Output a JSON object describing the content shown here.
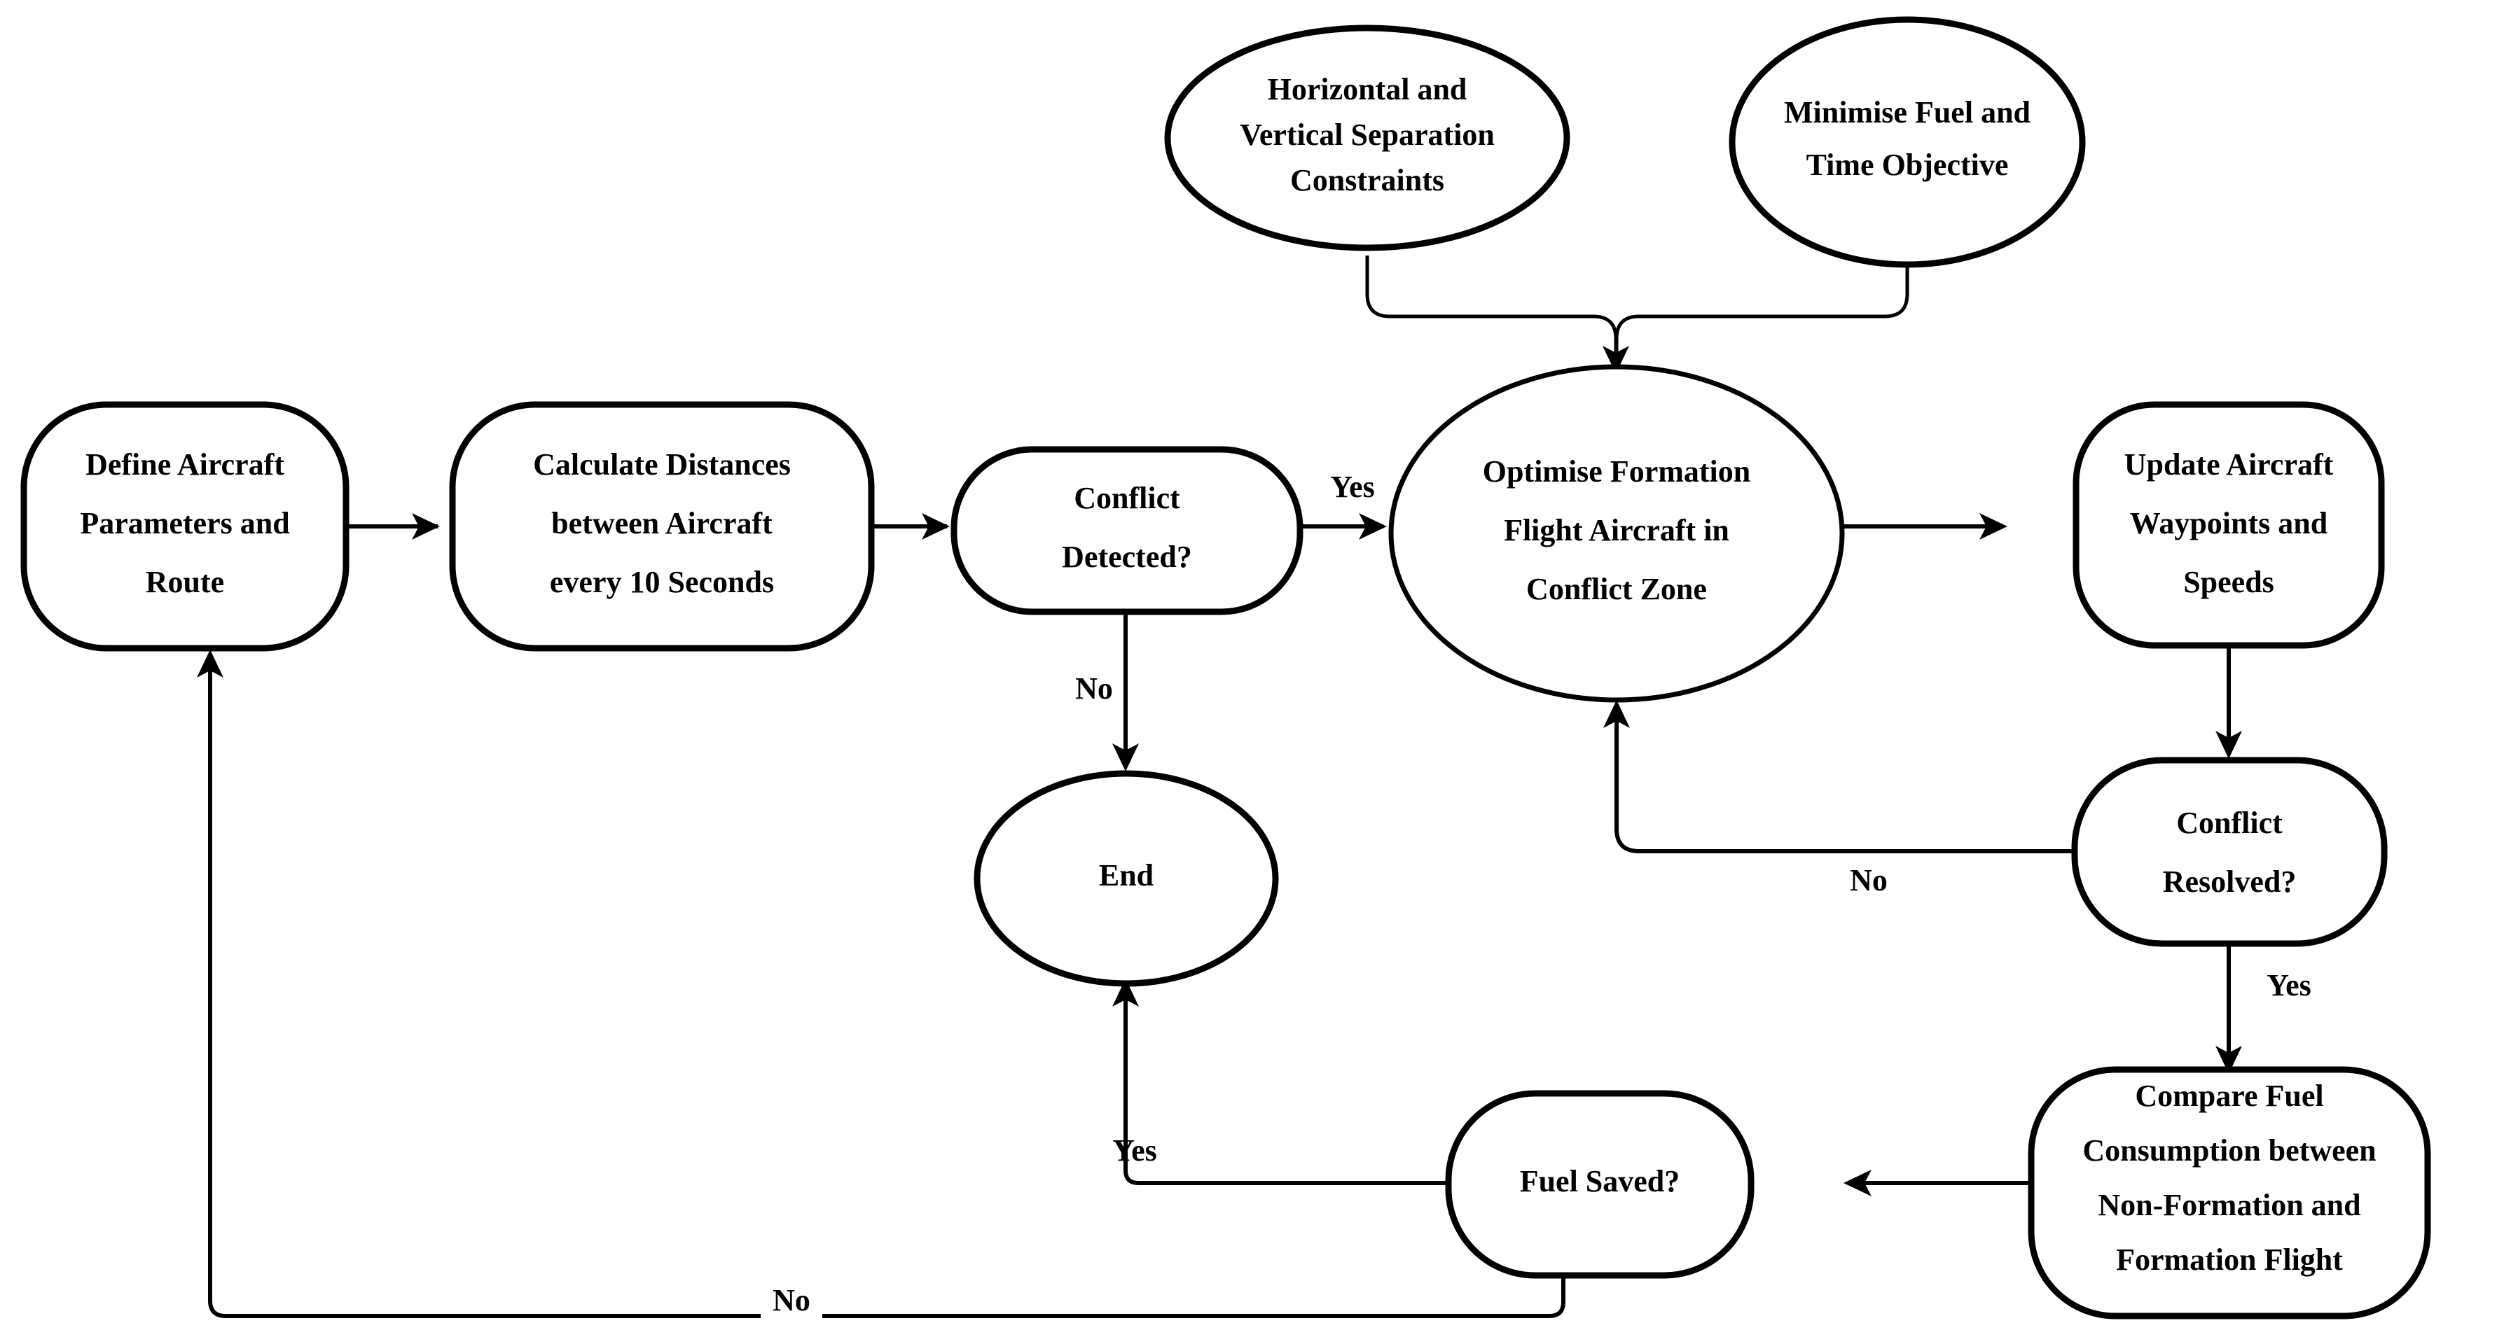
{
  "diagram": {
    "title": "Formation Flight Conflict Resolution Flowchart",
    "background_color": "#ffffff",
    "line_color": "#000000",
    "text_color": "#000000",
    "nodes": [
      {
        "id": "define-aircraft",
        "shape": "rounded-rect",
        "lines": [
          "Define Aircraft",
          "Parameters and",
          "Route"
        ]
      },
      {
        "id": "calculate-distances",
        "shape": "rounded-rect",
        "lines": [
          "Calculate Distances",
          "between Aircraft",
          "every 10 Seconds"
        ]
      },
      {
        "id": "conflict-detected",
        "shape": "rounded-rect",
        "lines": [
          "Conflict",
          "Detected?"
        ]
      },
      {
        "id": "optimise-formation",
        "shape": "ellipse",
        "lines": [
          "Optimise Formation",
          "Flight Aircraft in",
          "Conflict Zone"
        ]
      },
      {
        "id": "update-waypoints",
        "shape": "rounded-rect",
        "lines": [
          "Update Aircraft",
          "Waypoints and",
          "Speeds"
        ]
      },
      {
        "id": "separation-constraints",
        "shape": "ellipse",
        "lines": [
          "Horizontal and",
          "Vertical Separation",
          "Constraints"
        ]
      },
      {
        "id": "minimise-objective",
        "shape": "ellipse",
        "lines": [
          "Minimise Fuel and",
          "Time Objective"
        ]
      },
      {
        "id": "end",
        "shape": "ellipse",
        "lines": [
          "End"
        ]
      },
      {
        "id": "conflict-resolved",
        "shape": "rounded-rect",
        "lines": [
          "Conflict",
          "Resolved?"
        ]
      },
      {
        "id": "compare-fuel",
        "shape": "rounded-rect",
        "lines": [
          "Compare Fuel",
          "Consumption between",
          "Non-Formation and",
          "Formation Flight"
        ]
      },
      {
        "id": "fuel-saved",
        "shape": "rounded-rect",
        "lines": [
          "Fuel Saved?"
        ]
      }
    ],
    "edge_labels": {
      "conflict_detected_yes": "Yes",
      "conflict_detected_no": "No",
      "conflict_resolved_no": "No",
      "conflict_resolved_yes": "Yes",
      "fuel_saved_yes": "Yes",
      "fuel_saved_no": "No"
    },
    "edges": [
      {
        "id": "define-to-calculate",
        "from": "define-aircraft",
        "to": "calculate-distances",
        "label": ""
      },
      {
        "id": "calculate-to-conflict",
        "from": "calculate-distances",
        "to": "conflict-detected",
        "label": ""
      },
      {
        "id": "conflict-to-optimise",
        "from": "conflict-detected",
        "to": "optimise-formation",
        "label": "Yes"
      },
      {
        "id": "conflict-to-end",
        "from": "conflict-detected",
        "to": "end",
        "label": "No"
      },
      {
        "id": "constraints-to-optimise",
        "from": "separation-constraints",
        "to": "optimise-formation",
        "label": ""
      },
      {
        "id": "objective-to-optimise",
        "from": "minimise-objective",
        "to": "optimise-formation",
        "label": ""
      },
      {
        "id": "optimise-to-update",
        "from": "optimise-formation",
        "to": "update-waypoints",
        "label": ""
      },
      {
        "id": "update-to-resolved",
        "from": "update-waypoints",
        "to": "conflict-resolved",
        "label": ""
      },
      {
        "id": "resolved-to-optimise",
        "from": "conflict-resolved",
        "to": "optimise-formation",
        "label": "No"
      },
      {
        "id": "resolved-to-compare",
        "from": "conflict-resolved",
        "to": "compare-fuel",
        "label": "Yes"
      },
      {
        "id": "compare-to-fuelsaved",
        "from": "compare-fuel",
        "to": "fuel-saved",
        "label": ""
      },
      {
        "id": "fuelsaved-to-end",
        "from": "fuel-saved",
        "to": "end",
        "label": "Yes"
      },
      {
        "id": "fuelsaved-to-define",
        "from": "fuel-saved",
        "to": "define-aircraft",
        "label": "No"
      }
    ]
  }
}
